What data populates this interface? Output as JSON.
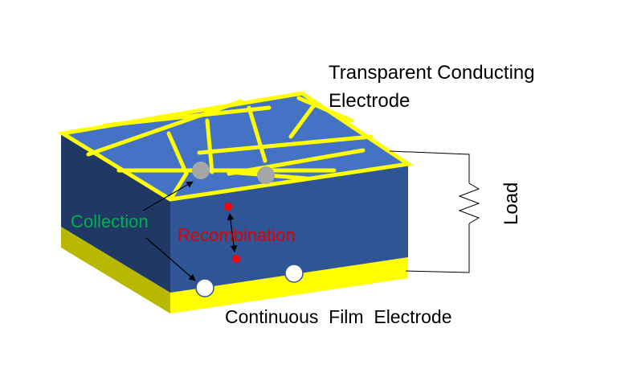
{
  "labels": {
    "top_electrode_line1": "Transparent Conducting",
    "top_electrode_line2": "Electrode",
    "load": "Load",
    "collection": "Collection",
    "recombination": "Recombination",
    "bottom_electrode": "Continuous  Film  Electrode"
  },
  "colors": {
    "top_face": "#4472c4",
    "front_face": "#2f5597",
    "left_face": "#1f3864",
    "electrode_film": "#ffff00",
    "electrode_film_side": "#b8b800",
    "nanowire": "#ffff00",
    "collection_text": "#00b050",
    "recombination_text": "#e00000",
    "recombination_dot": "#ff0000",
    "collected_carrier": "#a6a6a6",
    "hole_carrier": "#ffffff"
  }
}
